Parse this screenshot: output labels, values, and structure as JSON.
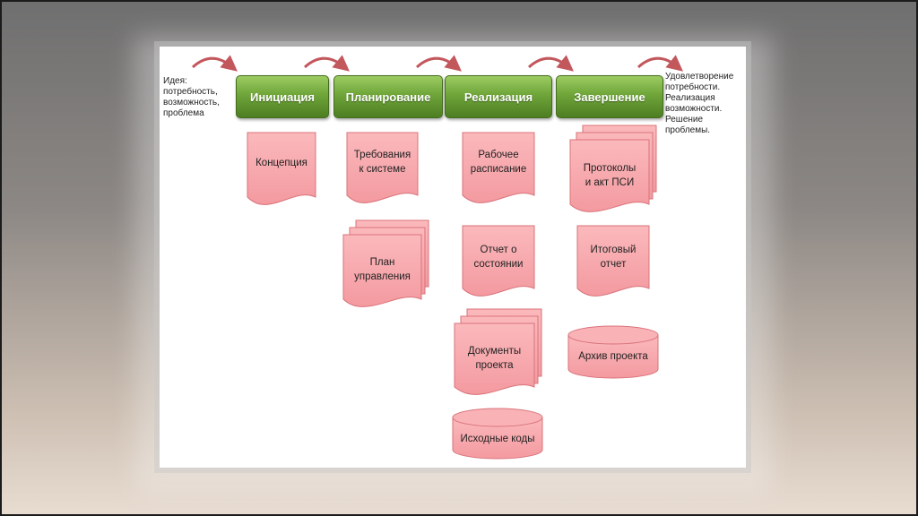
{
  "idea_note": "Идея:\nпотребность,\nвозможность,\nпроблема",
  "result_note": "Удовлетворение\nпотребности.\nРеализация\nвозможности.\nРешение\nпроблемы.",
  "phases": [
    "Инициация",
    "Планирование",
    "Реализация",
    "Завершение"
  ],
  "colors": {
    "phase": "#6fa53a",
    "document_fill": "#f7a9ad",
    "document_stroke": "#d9737a",
    "arrow": "#c2575c"
  },
  "documents": {
    "concept": "Концепция",
    "system_requirements": "Требования\nк системе",
    "management_plan": "План\nуправления",
    "work_schedule": "Рабочее\nрасписание",
    "status_report": "Отчет о\nсостоянии",
    "project_documents": "Документы\nпроекта",
    "source_codes": "Исходные коды",
    "test_protocols": "Протоколы\nи акт ПСИ",
    "final_report": "Итоговый\nотчет",
    "project_archive": "Архив проекта"
  }
}
